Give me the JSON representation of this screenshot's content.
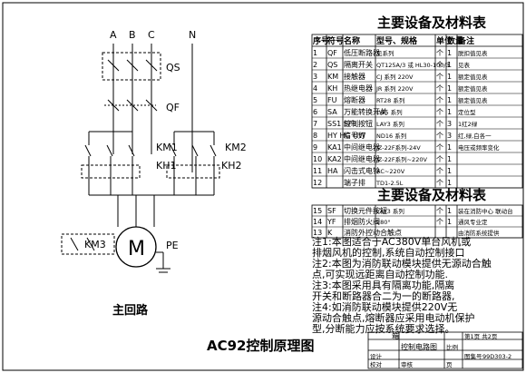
{
  "drawing_title": "AC92控制原理图",
  "circuit": {
    "phases": [
      "A",
      "B",
      "C",
      "N"
    ],
    "devices": {
      "qs": "QS",
      "qf": "QF",
      "km1": "KM1",
      "km2": "KM2",
      "kh1": "KH1",
      "kh2": "KH2",
      "km3": "KM3",
      "motor": "M",
      "pe": "PE"
    },
    "section_label": "主回路"
  },
  "table1": {
    "title": "主要设备及材料表",
    "headers": [
      "序号",
      "符号",
      "名称",
      "型号、规格",
      "单位",
      "数量",
      "备注"
    ],
    "rows": [
      {
        "no": "1",
        "sym": "QF",
        "name": "低压断路器",
        "model": "见系列",
        "unit": "个",
        "qty": "1",
        "note": "脱扣值见表"
      },
      {
        "no": "2",
        "sym": "QS",
        "name": "隔离开关",
        "model": "QT125A/3 或 HL30-100/3",
        "unit": "个",
        "qty": "1",
        "note": "见表"
      },
      {
        "no": "3",
        "sym": "KM",
        "name": "接触器",
        "model": "CJ 系列 220V",
        "unit": "个",
        "qty": "1",
        "note": "额定值见表"
      },
      {
        "no": "4",
        "sym": "KH",
        "name": "热继电器",
        "model": "JR 系列 220V",
        "unit": "个",
        "qty": "1",
        "note": "额定值见表"
      },
      {
        "no": "5",
        "sym": "FU",
        "name": "熔断器",
        "model": "RT28 系列",
        "unit": "个",
        "qty": "1",
        "note": "额定值见表"
      },
      {
        "no": "6",
        "sym": "SA",
        "name": "万能转换开关",
        "model": "LW5 系列",
        "unit": "个",
        "qty": "1",
        "note": "定位型"
      },
      {
        "no": "7",
        "sym": "SS1 SF1",
        "name": "控制按钮",
        "model": "LAY3 系列",
        "unit": "个",
        "qty": "3",
        "note": "1红2绿"
      },
      {
        "no": "8",
        "sym": "HY HG HW",
        "name": "信号灯",
        "model": "ND16 系列",
        "unit": "个",
        "qty": "3",
        "note": "红,绿,白各一"
      },
      {
        "no": "9",
        "sym": "KA1",
        "name": "中间继电器",
        "model": "JZ-22F系列-24V",
        "unit": "个",
        "qty": "1",
        "note": "电压或频率变化"
      },
      {
        "no": "10",
        "sym": "KA2",
        "name": "中间继电器",
        "model": "JZ-22F系列~220V",
        "unit": "个",
        "qty": "1",
        "note": ""
      },
      {
        "no": "11",
        "sym": "HA",
        "name": "闪击式电铃",
        "model": "AC~220V",
        "unit": "个",
        "qty": "1",
        "note": ""
      },
      {
        "no": "12",
        "sym": "",
        "name": "端子排",
        "model": "TD1-2.5L",
        "unit": "个",
        "qty": "1",
        "note": ""
      }
    ]
  },
  "table2": {
    "title": "主要设备及材料表",
    "rows": [
      {
        "no": "15",
        "sym": "SF",
        "name": "切换元件按钮",
        "model": "LAY3 系列",
        "unit": "个",
        "qty": "1",
        "note": "装在消防中心 联动台"
      },
      {
        "no": "14",
        "sym": "YF",
        "name": "排烟防火阀",
        "model": "280°",
        "unit": "个",
        "qty": "1",
        "note": "通风专业定"
      },
      {
        "no": "13",
        "sym": "K",
        "name": "消防外控动合触点",
        "model": "",
        "unit": "",
        "qty": "",
        "note": "由消防系统提供"
      }
    ]
  },
  "notes": [
    "注1:本图适合于AC380V单台风机或",
    "排烟风机的控制,系统自动控制接口",
    "注2:本图为消防联动模块提供无源动合触",
    "点,可实现远距离自动控制功能.",
    "注3:本图采用具有隔离功能,隔离",
    "开关和断路器合二为一的断路器,",
    "注4:如消防联动模块提供220V无",
    "源动合触点,熔断器应采用电动机保护",
    "型,分断能力应按系统要求选择。"
  ],
  "title_block": {
    "name": "控制电路图",
    "drawing_no_label": "图集号",
    "drawing_no": "99D303-2",
    "page_label": "页",
    "page": "第1页 共2页",
    "scale_label": "比例",
    "sheet_label": "箱",
    "design_label": "设计",
    "check_label": "校对",
    "approve_label": "审核"
  }
}
